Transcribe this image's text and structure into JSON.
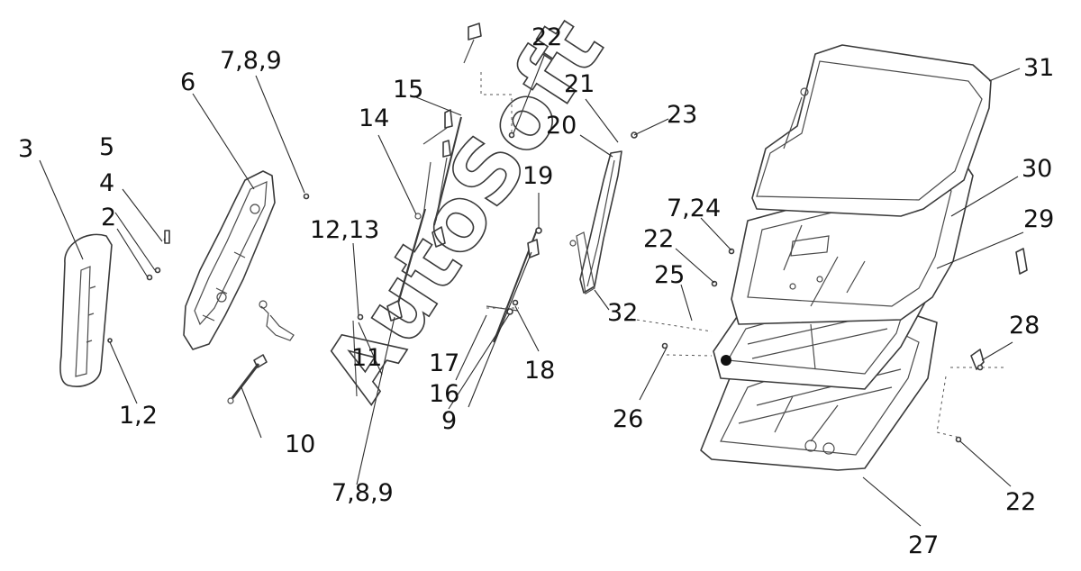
{
  "watermark": "AutoSoft",
  "callouts": {
    "c1": "1,2",
    "c2": "2",
    "c3": "3",
    "c4": "4",
    "c5": "5",
    "c6": "6",
    "c789a": "7,8,9",
    "c789b": "7,8,9",
    "c9": "9",
    "c10": "10",
    "c11": "11",
    "c1213": "12,13",
    "c14": "14",
    "c15": "15",
    "c16": "16",
    "c17": "17",
    "c18": "18",
    "c19": "19",
    "c20": "20",
    "c21": "21",
    "c22a": "22",
    "c22b": "22",
    "c22c": "22",
    "c23": "23",
    "c724": "7,24",
    "c25": "25",
    "c26": "26",
    "c27": "27",
    "c28": "28",
    "c29": "29",
    "c30": "30",
    "c31": "31",
    "c32": "32"
  }
}
